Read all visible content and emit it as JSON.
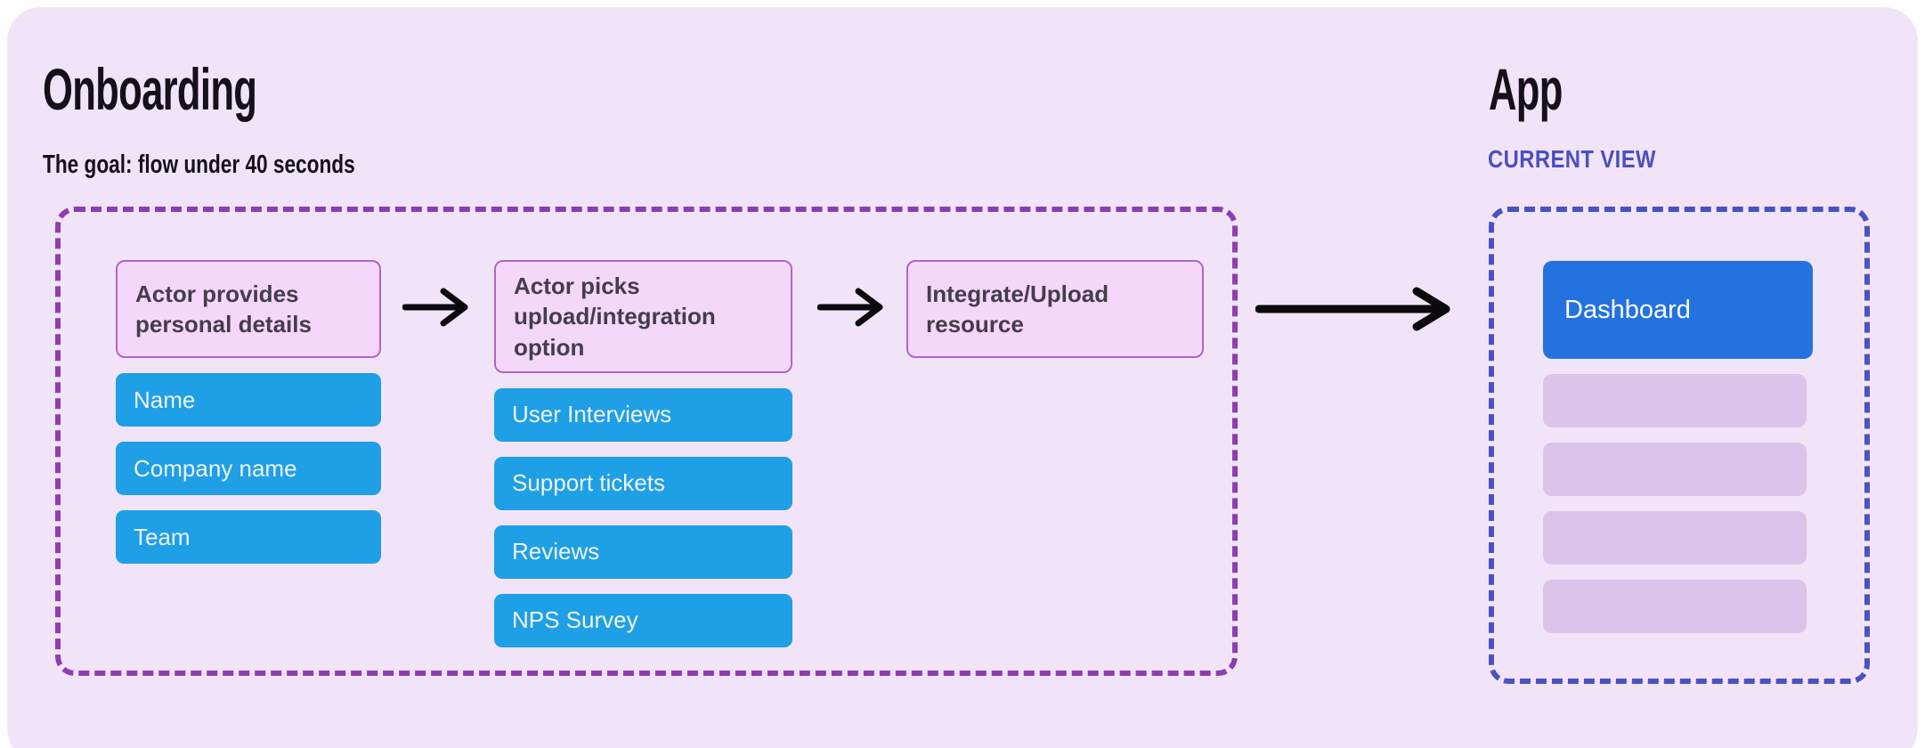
{
  "colors": {
    "card_bg": "#f2e4f8",
    "flow_frame_border": "#8d3db2",
    "app_frame_border": "#4953c0",
    "stage_fill": "#f4d7f9",
    "stage_border": "#b264cc",
    "item_fill": "#1f9fe5",
    "active_item_fill": "#2372df",
    "placeholder_fill": "#dcc3e9",
    "section_label_color": "#4a50bd",
    "arrow_color": "#0b090d"
  },
  "onboarding": {
    "title": "Onboarding",
    "subtitle": "The goal: flow under 40 seconds",
    "stages": [
      {
        "header": "Actor provides personal details",
        "items": [
          "Name",
          "Company name",
          "Team"
        ]
      },
      {
        "header": "Actor picks upload/integration option",
        "items": [
          "User Interviews",
          "Support tickets",
          "Reviews",
          "NPS Survey"
        ]
      },
      {
        "header": "Integrate/Upload resource",
        "items": []
      }
    ]
  },
  "app": {
    "title": "App",
    "label": "CURRENT VIEW",
    "active_item": "Dashboard",
    "placeholder_count": 4
  }
}
